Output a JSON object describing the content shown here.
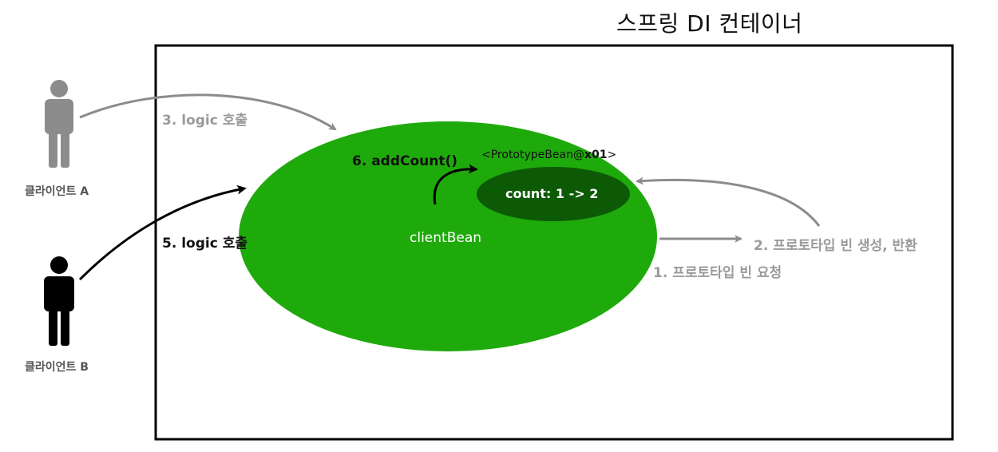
{
  "title": "스프링 DI 컨테이너",
  "clients": [
    {
      "label": "클라이언트 A",
      "color": "#8c8c8c"
    },
    {
      "label": "클라이언트 B",
      "color": "#000000"
    }
  ],
  "bean": {
    "name": "clientBean",
    "color": "#1faa0c",
    "prototype": {
      "label_prefix": "<PrototypeBean@",
      "label_id": "x01",
      "label_suffix": ">",
      "count_text": "count: 1 -> 2",
      "color": "#0c5a06"
    }
  },
  "steps": {
    "step1": "1. 프로토타입 빈 요청",
    "step2": "2. 프로토타입 빈 생성, 반환",
    "step3": "3. logic 호출",
    "step5": "5. logic 호출",
    "step6": "6. addCount()"
  }
}
